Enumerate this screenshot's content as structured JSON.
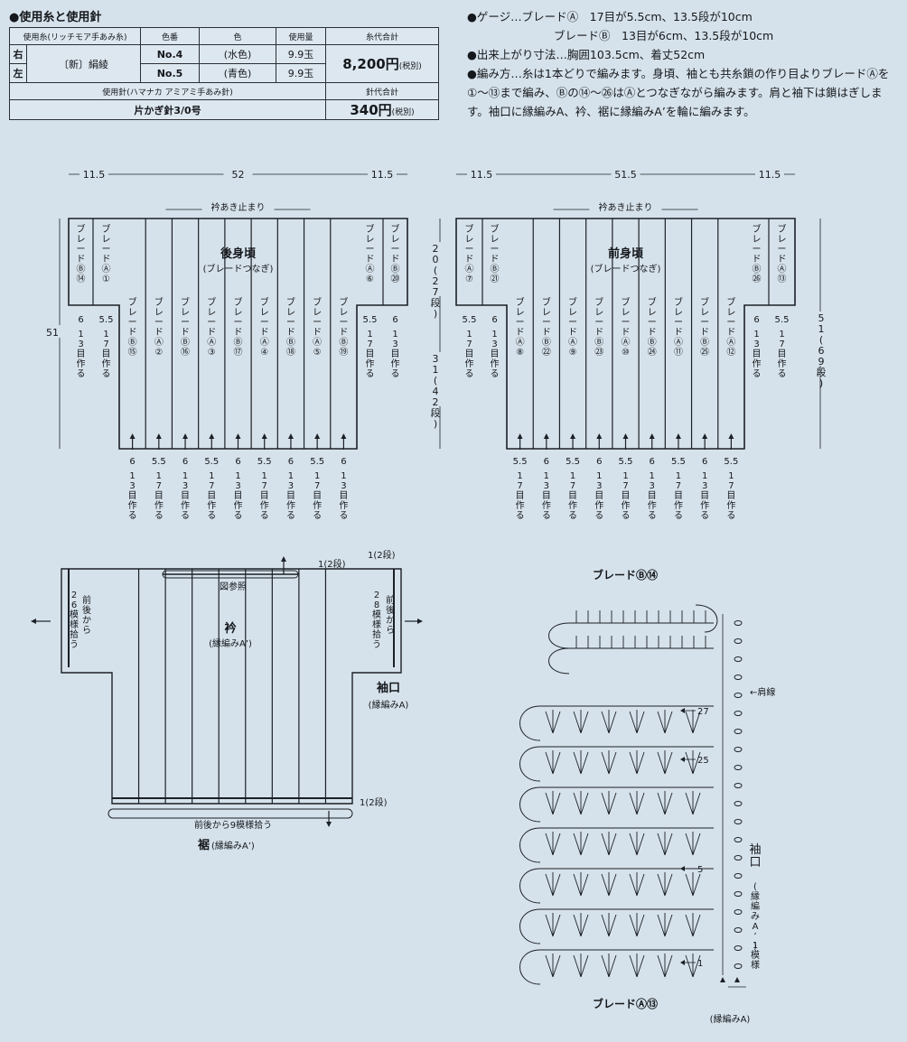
{
  "materials_title": "●使用糸と使用針",
  "yarn_table": {
    "headers": [
      "使用糸(リッチモア手あみ糸)",
      "色番",
      "色",
      "使用量",
      "糸代合計"
    ],
    "row_right": "右",
    "row_left": "左",
    "yarn_name": "〔新〕絹綾",
    "colors": [
      {
        "number": "No.4",
        "color": "(水色)",
        "amount": "9.9玉"
      },
      {
        "number": "No.5",
        "color": "(青色)",
        "amount": "9.9玉"
      }
    ],
    "yarn_total": "8,200円",
    "tax_note": "(税別)",
    "needle_header": "使用針(ハマナカ アミアミ手あみ針)",
    "needle_total_header": "針代合計",
    "needle": "片かぎ針3/0号",
    "needle_total": "340円"
  },
  "gauge": {
    "line1": "●ゲージ…ブレードⒶ　17目が5.5cm、13.5段が10cm",
    "line2": "ブレードⒷ　13目が6cm、13.5段が10cm",
    "size": "●出来上がり寸法…胸囲103.5cm、着丈52cm",
    "method": "●編み方…糸は1本どりで編みます。身頃、袖とも共糸鎖の作り目よりブレードⒶを①〜⑬まで編み、Ⓑの⑭〜㉖はⒶとつなぎながら編みます。肩と袖下は鎖はぎします。袖口に縁編みA、衿、裾に縁編みA’を輪に編みます。"
  },
  "back_diagram": {
    "widths": [
      "11.5",
      "52",
      "11.5"
    ],
    "neck_label": "衿あき止まり",
    "title": "後身頃",
    "subtitle": "(ブレードつなぎ)",
    "height": "51",
    "sleeve_braids": [
      "ブレードⒷ⑭",
      "ブレードⒶ①",
      "ブレードⒶ⑥",
      "ブレードⒷ⑳"
    ],
    "body_braids": [
      "ブレードⒷ⑮",
      "ブレードⒶ②",
      "ブレードⒷ⑯",
      "ブレードⒶ③",
      "ブレードⒷ⑰",
      "ブレードⒶ④",
      "ブレードⒷ⑱",
      "ブレードⒶ⑤",
      "ブレードⒷ⑲"
    ],
    "sleeve_bottom": [
      "6",
      "5.5",
      "5.5",
      "6"
    ],
    "sleeve_stitches": [
      "13目作る",
      "17目作る",
      "17目作る",
      "13目作る"
    ],
    "body_bottom": [
      "6",
      "5.5",
      "6",
      "5.5",
      "6",
      "5.5",
      "6",
      "5.5",
      "6"
    ],
    "body_stitches": [
      "13目作る",
      "17目作る",
      "13目作る",
      "17目作る",
      "13目作る",
      "17目作る",
      "13目作る",
      "17目作る",
      "13目作る"
    ]
  },
  "middle_dims": {
    "upper": "20(27段)",
    "lower": "31(42段)"
  },
  "front_diagram": {
    "widths": [
      "11.5",
      "51.5",
      "11.5"
    ],
    "neck_label": "衿あき止まり",
    "title": "前身頃",
    "subtitle": "(ブレードつなぎ)",
    "height": "51(69段)",
    "sleeve_braids": [
      "ブレードⒶ⑦",
      "ブレードⒷ㉑",
      "ブレードⒷ㉖",
      "ブレードⒶ⑬"
    ],
    "body_braids": [
      "ブレードⒶ⑧",
      "ブレードⒷ㉒",
      "ブレードⒶ⑨",
      "ブレードⒷ㉓",
      "ブレードⒶ⑩",
      "ブレードⒷ㉔",
      "ブレードⒶ⑪",
      "ブレードⒷ㉕",
      "ブレードⒶ⑫"
    ],
    "sleeve_bottom": [
      "5.5",
      "6",
      "6",
      "5.5"
    ],
    "sleeve_stitches": [
      "17目作る",
      "13目作る",
      "13目作る",
      "17目作る"
    ],
    "body_bottom": [
      "5.5",
      "6",
      "5.5",
      "6",
      "5.5",
      "6",
      "5.5",
      "6",
      "5.5"
    ],
    "body_stitches": [
      "17目作る",
      "13目作る",
      "17目作る",
      "13目作る",
      "17目作る",
      "13目作る",
      "17目作る",
      "13目作る",
      "17目作る"
    ]
  },
  "assembly": {
    "rows_top": "1(2段)",
    "rows_right": "1(2段)",
    "rows_bottom": "1(2段)",
    "left_pickup": "26模様拾う",
    "left_from": "前後から",
    "right_pickup": "28模様拾う",
    "right_from": "前後から",
    "see_chart": "図参照",
    "collar": "衿",
    "collar_sub": "(縁編みA’)",
    "cuff": "袖口",
    "cuff_sub": "(縁編みA)",
    "hem_pickup": "前後から9模様拾う",
    "hem": "裾",
    "hem_sub": "(縁編みA’)"
  },
  "stitch_chart": {
    "top_label": "ブレードⒷ⑭",
    "bottom_label": "ブレードⒶ⑬",
    "shoulder_line": "←肩線",
    "row_marks": [
      "27",
      "25",
      "5",
      "1"
    ],
    "cuff_label": "袖口",
    "cuff_sub": "(縁編みA’)",
    "pattern_label": "1模様",
    "edge_label": "(縁編みA)"
  }
}
